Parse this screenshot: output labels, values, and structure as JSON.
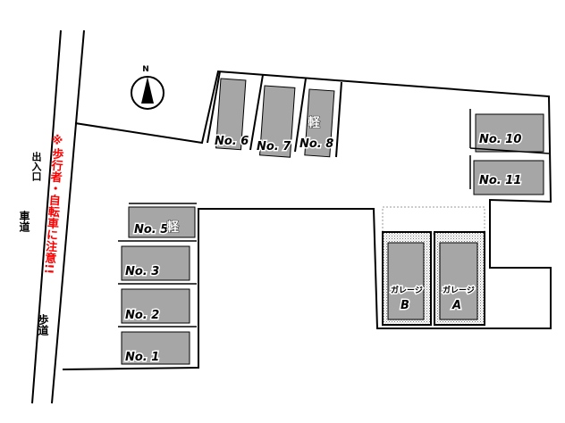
{
  "compass": {
    "north_label": "N"
  },
  "road": {
    "road_label": "車道",
    "sidewalk_label": "歩道",
    "entrance_label": "出入口",
    "warning": "※歩行者・自転車に注意!!"
  },
  "spaces": {
    "no1": "No. 1",
    "no2": "No. 2",
    "no3": "No. 3",
    "no5": "No. 5",
    "no5_kei": "軽",
    "no6": "No. 6",
    "no7": "No. 7",
    "no8": "No. 8",
    "no8_kei": "軽",
    "no10": "No. 10",
    "no11": "No. 11"
  },
  "garages": {
    "b_title": "ガレージ",
    "b_letter": "B",
    "a_title": "ガレージ",
    "a_letter": "A"
  },
  "colors": {
    "space_fill": "#a6a6a6",
    "warning": "#ff0000",
    "line": "#000000"
  }
}
